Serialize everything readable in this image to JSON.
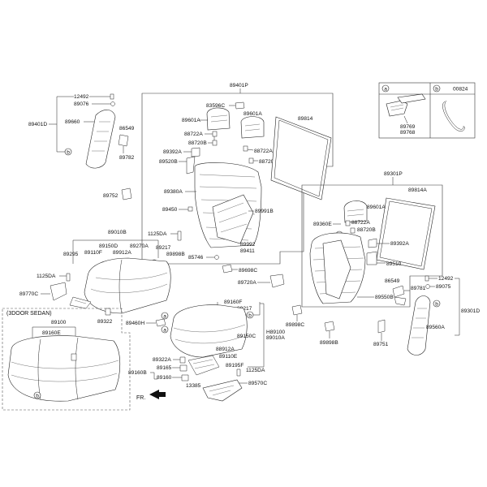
{
  "part_labels": {
    "p89401P": "89401P",
    "p83596C": "83596C",
    "p89601A_l": "89601A",
    "p89601A_r": "89601A",
    "p89814": "89814",
    "p88722A_a": "88722A",
    "p88720B_a": "88720B",
    "p88722A_b": "88722A",
    "p89392A_a": "89392A",
    "p88720B_b": "88720B",
    "p89520B": "89520B",
    "p89380A": "89380A",
    "p89450": "89450",
    "p89991B": "89991B",
    "p89992": "89992",
    "p89411": "89411",
    "p85746": "85746",
    "p12492_l": "12492",
    "p89076": "89076",
    "p89401D": "89401D",
    "p89660": "89660",
    "p86549_l": "86549",
    "p89782": "89782",
    "p89752": "89752",
    "p89010B": "89010B",
    "p1125DA_a": "1125DA",
    "p89150D": "89150D",
    "p89270A": "89270A",
    "p89217_a": "89217",
    "p89295": "89295",
    "p89110F": "89110F",
    "p89912A_a": "89912A",
    "p89898B_a": "89898B",
    "p1125DA_b": "1125DA",
    "p89770C": "89770C",
    "p89322_a": "89322",
    "p89460H": "89460H",
    "p89698C": "89698C",
    "p89720A": "89720A",
    "p89301P": "89301P",
    "p89814A": "89814A",
    "p89601A_c": "89601A",
    "p89360E": "89360E",
    "p88722A_c": "88722A",
    "p88720B_c": "88720B",
    "p89392A_b": "89392A",
    "p89510": "89510",
    "p89550B": "89550B",
    "p86549_r": "86549",
    "p89781": "89781",
    "p12492_r": "12492",
    "p89075": "89075",
    "p89301D": "89301D",
    "p89560A": "89560A",
    "p89751": "89751",
    "p89898C": "89898C",
    "p89898B_b": "89898B",
    "p89160F": "89160F",
    "p89217_b": "89217",
    "p89150C": "89150C",
    "pH89100": "H89100",
    "p89010A": "89010A",
    "p88912A_b": "88912A",
    "p89110E": "89110E",
    "p89322_b": "89322A",
    "p89195F": "89195F",
    "p89160B": "89160B",
    "p89165": "89165",
    "p1125DA_c": "1125DA",
    "p89160": "89160",
    "p13385": "13385",
    "p89570C": "89570C",
    "p3door": "(3DOOR SEDAN)",
    "p89100": "89100",
    "p89160E": "89160E",
    "pFR": "FR.",
    "inset_code_b": "00824",
    "inset_p89769": "89769",
    "inset_p89768": "89768"
  },
  "callouts": {
    "a": "a",
    "b": "b"
  }
}
